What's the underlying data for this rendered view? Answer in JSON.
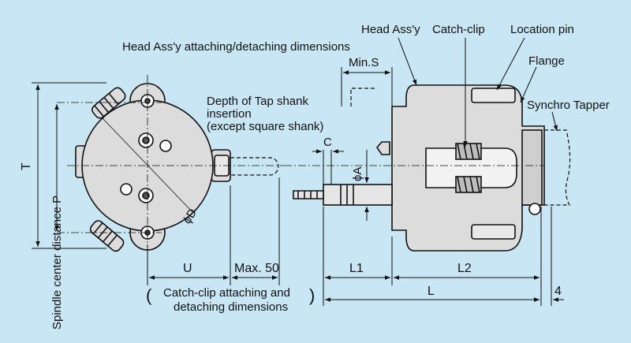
{
  "callouts": {
    "head_assy": "Head Ass'y",
    "catch_clip": "Catch-clip",
    "location_pin": "Location pin",
    "flange": "Flange",
    "synchro_tapper": "Synchro Tapper",
    "attach_dims": "Head Ass'y attaching/detaching dimensions",
    "depth_line1": "Depth of Tap shank",
    "depth_line2": "insertion",
    "depth_line3": "(except square shank)",
    "clip_dims_line1": "Catch-clip attaching and",
    "clip_dims_line2": "detaching dimensions"
  },
  "dimensions": {
    "T": "T",
    "P": "Spindle center distance P",
    "D": "ϕD",
    "U": "U",
    "max50": "Max. 50",
    "minS": "Min.S",
    "C": "C",
    "A": "ϕA",
    "L1": "L1",
    "L2": "L2",
    "L": "L",
    "four": "4"
  },
  "colors": {
    "background": "#c9e6f4",
    "body_fill": "#dcdcdc",
    "body_stroke": "#111111"
  }
}
